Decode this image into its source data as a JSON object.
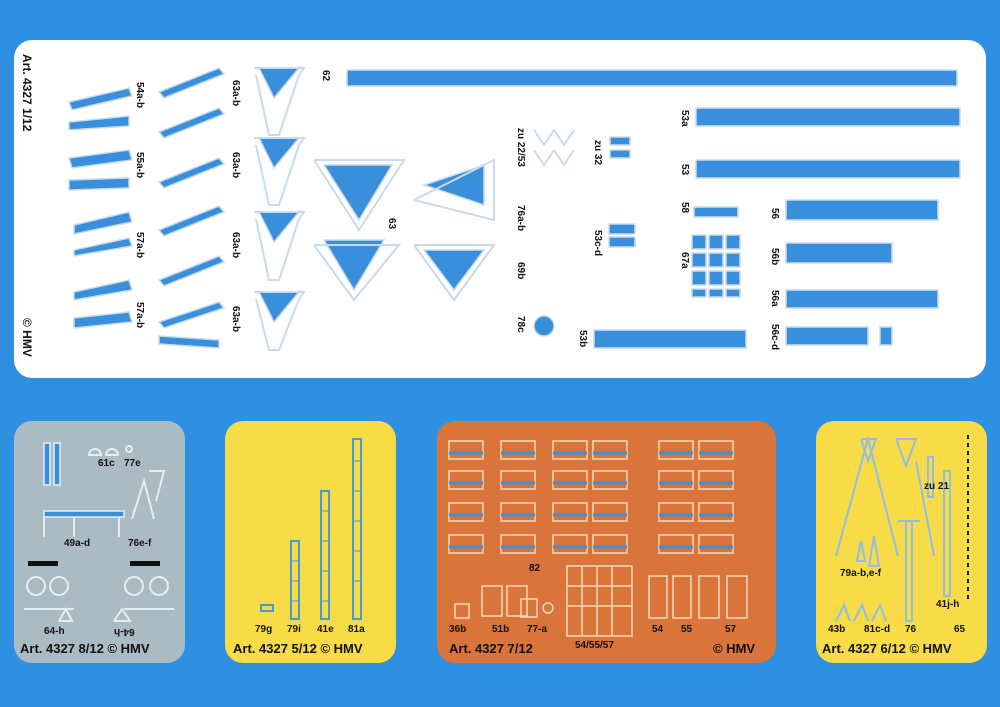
{
  "main_sheet": {
    "title": "Art. 4327 1/12",
    "copyright": "© HMV",
    "labels": {
      "l54ab": "54a-b",
      "l55ab": "55a-b",
      "l57ab_1": "57a-b",
      "l57ab_2": "57a-b",
      "l63ab_1": "63a-b",
      "l63ab_2": "63a-b",
      "l63ab_3": "63a-b",
      "l63ab_4": "63a-b",
      "l62": "62",
      "l63": "63",
      "lzu2253": "zu 22/53",
      "lzu32": "zu 32",
      "l76ab": "76a-b",
      "l69b": "69b",
      "l78c": "78c",
      "l53cd": "53c-d",
      "l53b": "53b",
      "l53a": "53a",
      "l53": "53",
      "l58": "58",
      "l67a": "67a",
      "l56": "56",
      "l56b": "56b",
      "l56a": "56a",
      "l56cd": "56c-d"
    }
  },
  "sheet_8": {
    "footer": "Art. 4327 8/12 © HMV",
    "labels": {
      "l61c": "61c",
      "l77e": "77e",
      "l49ad": "49a-d",
      "l76ef": "76e-f",
      "l64h": "64-h",
      "l64h_inv": "64-h"
    }
  },
  "sheet_5": {
    "footer": "Art. 4327 5/12 © HMV",
    "labels": {
      "l79g": "79g",
      "l79i": "79i",
      "l41e": "41e",
      "l81a": "81a"
    }
  },
  "sheet_7": {
    "footer": "Art. 4327 7/12",
    "copyright": "© HMV",
    "labels": {
      "l82": "82",
      "l36b": "36b",
      "l51b": "51b",
      "l77a": "77-a",
      "l545557": "54/55/57",
      "l54": "54",
      "l55": "55",
      "l57": "57"
    }
  },
  "sheet_6": {
    "footer": "Art. 4327 6/12 © HMV",
    "labels": {
      "lzu21": "zu 21",
      "l79abef": "79a-b,e-f",
      "l41jh": "41j-h",
      "l43b": "43b",
      "l81cd": "81c-d",
      "l76": "76",
      "l65": "65"
    }
  },
  "colors": {
    "background": "#2f8fe0",
    "main_sheet": "#ffffff",
    "sheet_8": "#aabbc4",
    "sheet_5": "#f7dc48",
    "sheet_7": "#d9743a",
    "sheet_6": "#f7dc48",
    "part_fill": "#3a8fdc",
    "part_outline": "#d8e6f2"
  }
}
